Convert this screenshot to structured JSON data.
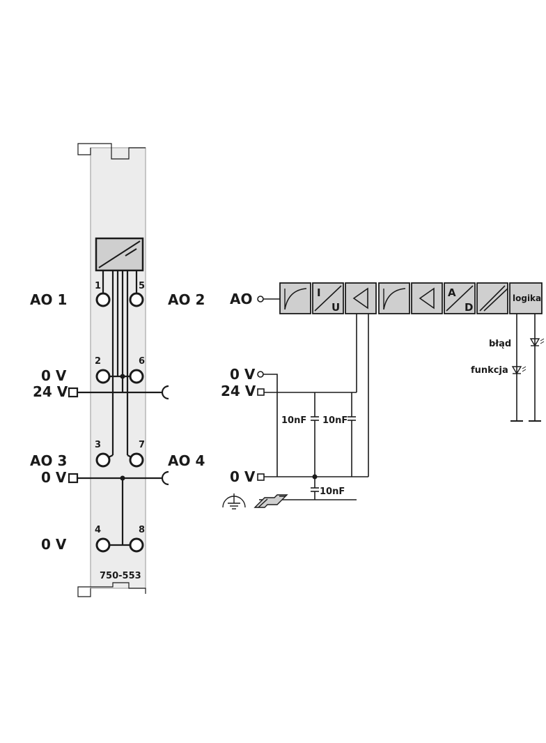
{
  "module": {
    "part_number": "750-553",
    "pins": [
      "1",
      "2",
      "3",
      "4",
      "5",
      "6",
      "7",
      "8"
    ]
  },
  "left_labels": {
    "ao1": "AO 1",
    "ao2": "AO 2",
    "ao3": "AO 3",
    "ao4": "AO 4",
    "zero_v_a": "0 V",
    "plus24_v": "24 V",
    "zero_v_b": "0 V",
    "zero_v_c": "0 V"
  },
  "schematic": {
    "ao": "AO",
    "zero_v_top": "0 V",
    "plus24_v": "24 V",
    "zero_v_bottom": "0 V",
    "cap1": "10nF",
    "cap2": "10nF",
    "cap3": "10nF",
    "block_i": "I",
    "block_u": "U",
    "block_a": "A",
    "block_d": "D",
    "block_logic": "logika",
    "led_error": "błąd",
    "led_function": "funkcja"
  },
  "icons": [
    "ground-icon",
    "din-rail-icon",
    "led-icon"
  ]
}
